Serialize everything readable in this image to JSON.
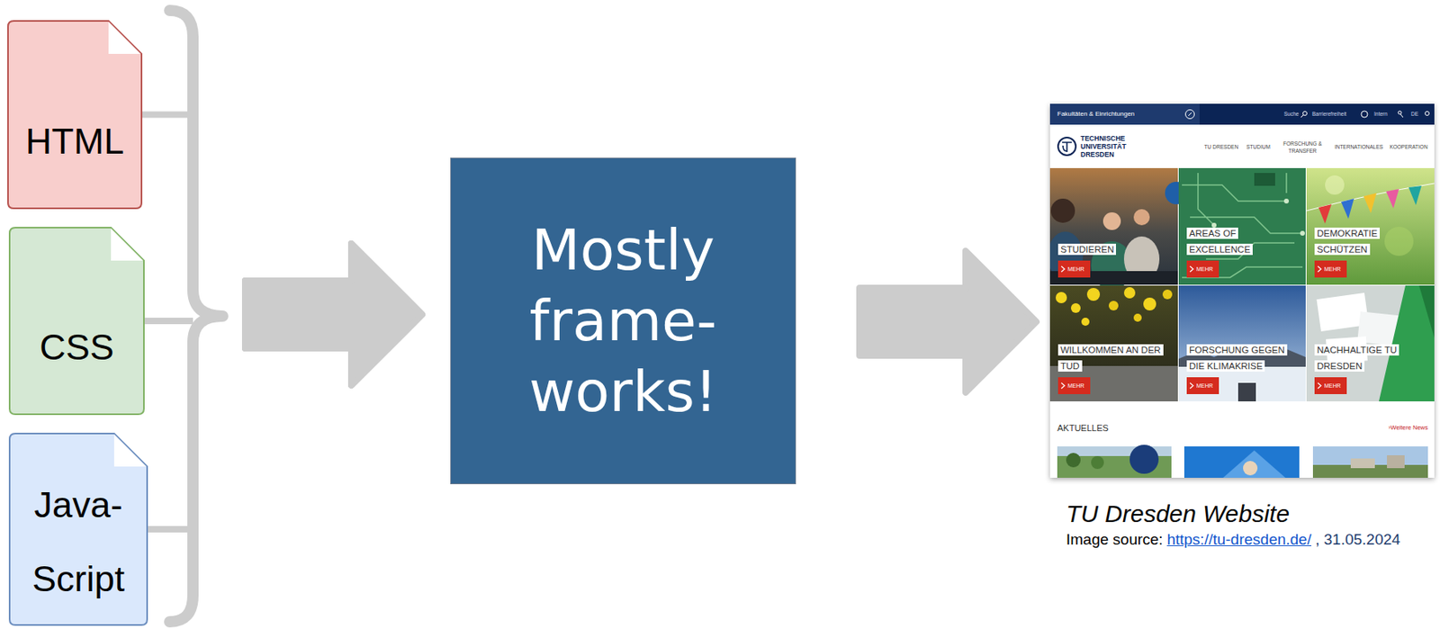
{
  "diagram": {
    "nodes": [
      {
        "text": [
          "HTML"
        ]
      },
      {
        "text": [
          "CSS"
        ]
      },
      {
        "text": [
          "Java- Script"
        ]
      },
      {
        "text": [
          "Mostly frame- works!"
        ]
      },
      {
        "text": [
          "TU Dresden Website",
          "Image source:",
          "https://tu-dresden.de/",
          ", 31.05.2024"
        ]
      }
    ],
    "edges": [
      {
        "from": 0,
        "to": 3,
        "arrow": "to"
      },
      {
        "from": 1,
        "to": 3,
        "arrow": "to"
      },
      {
        "from": 2,
        "to": 3,
        "arrow": "to"
      },
      {
        "from": 3,
        "to": 4,
        "arrow": "to"
      }
    ],
    "labels": [
      "Fakultäten & Einrichtungen",
      "Suche",
      "Barrierefreiheit",
      "Intern",
      "DE",
      "TECHNISCHE UNIVERSITÄT DRESDEN",
      "TU DRESDEN",
      "STUDIUM",
      "FORSCHUNG & TRANSFER",
      "INTERNATIONALES",
      "KOOPERATION",
      "STUDIEREN",
      "MEHR",
      "AREAS OF EXCELLENCE",
      "MEHR",
      "DEMOKRATIE SCHÜTZEN",
      "MEHR",
      "WILLKOMMEN AN DER TUD",
      "MEHR",
      "FORSCHUNG GEGEN DIE KLIMAKRISE",
      "MEHR",
      "NACHHALTIGE TU DRESDEN",
      "MEHR",
      "AKTUELLES",
      "›Weitere News"
    ]
  }
}
